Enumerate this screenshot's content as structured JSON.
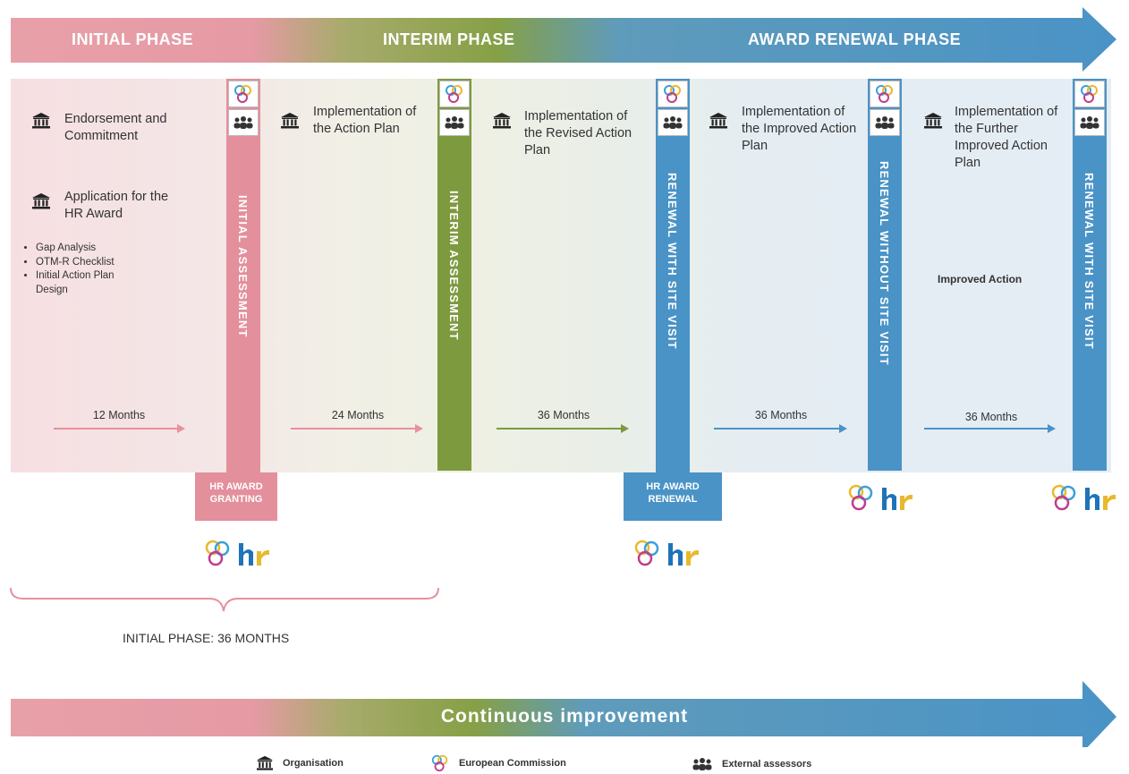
{
  "header": {
    "phases": [
      "INITIAL PHASE",
      "INTERIM PHASE",
      "AWARD RENEWAL PHASE"
    ]
  },
  "steps": {
    "endorsement": "Endorsement and Commitment",
    "application": "Application for the HR Award",
    "bullets": [
      "Gap Analysis",
      "OTM-R Checklist",
      "Initial Action Plan Design"
    ],
    "implementation": "Implementation of the Action Plan",
    "revised": "Implementation of the Revised Action Plan",
    "improved": "Implementation of the Improved Action Plan",
    "further": "Implementation of the Further Improved Action Plan",
    "improved_action": "Improved Action"
  },
  "assessments": {
    "initial": "INITIAL ASSESSMENT",
    "interim": "INTERIM ASSESSMENT",
    "renewal_with_1": "RENEWAL WITH SITE VISIT",
    "renewal_without": "RENEWAL WITHOUT SITE VISIT",
    "renewal_with_2": "RENEWAL WITH SITE VISIT"
  },
  "durations": [
    "12 Months",
    "24 Months",
    "36 Months",
    "36 Months",
    "36 Months"
  ],
  "badges": {
    "granting": "HR AWARD GRANTING",
    "renewal": "HR AWARD RENEWAL"
  },
  "brace_label": "INITIAL PHASE: 36 MONTHS",
  "bottom_arrow": "Continuous improvement",
  "legend": {
    "organisation": "Organisation",
    "commission": "European Commission",
    "assessors": "External assessors"
  },
  "colors": {
    "pink": "#e58f9c",
    "green": "#7d9a3e",
    "blue": "#4a93c6"
  }
}
